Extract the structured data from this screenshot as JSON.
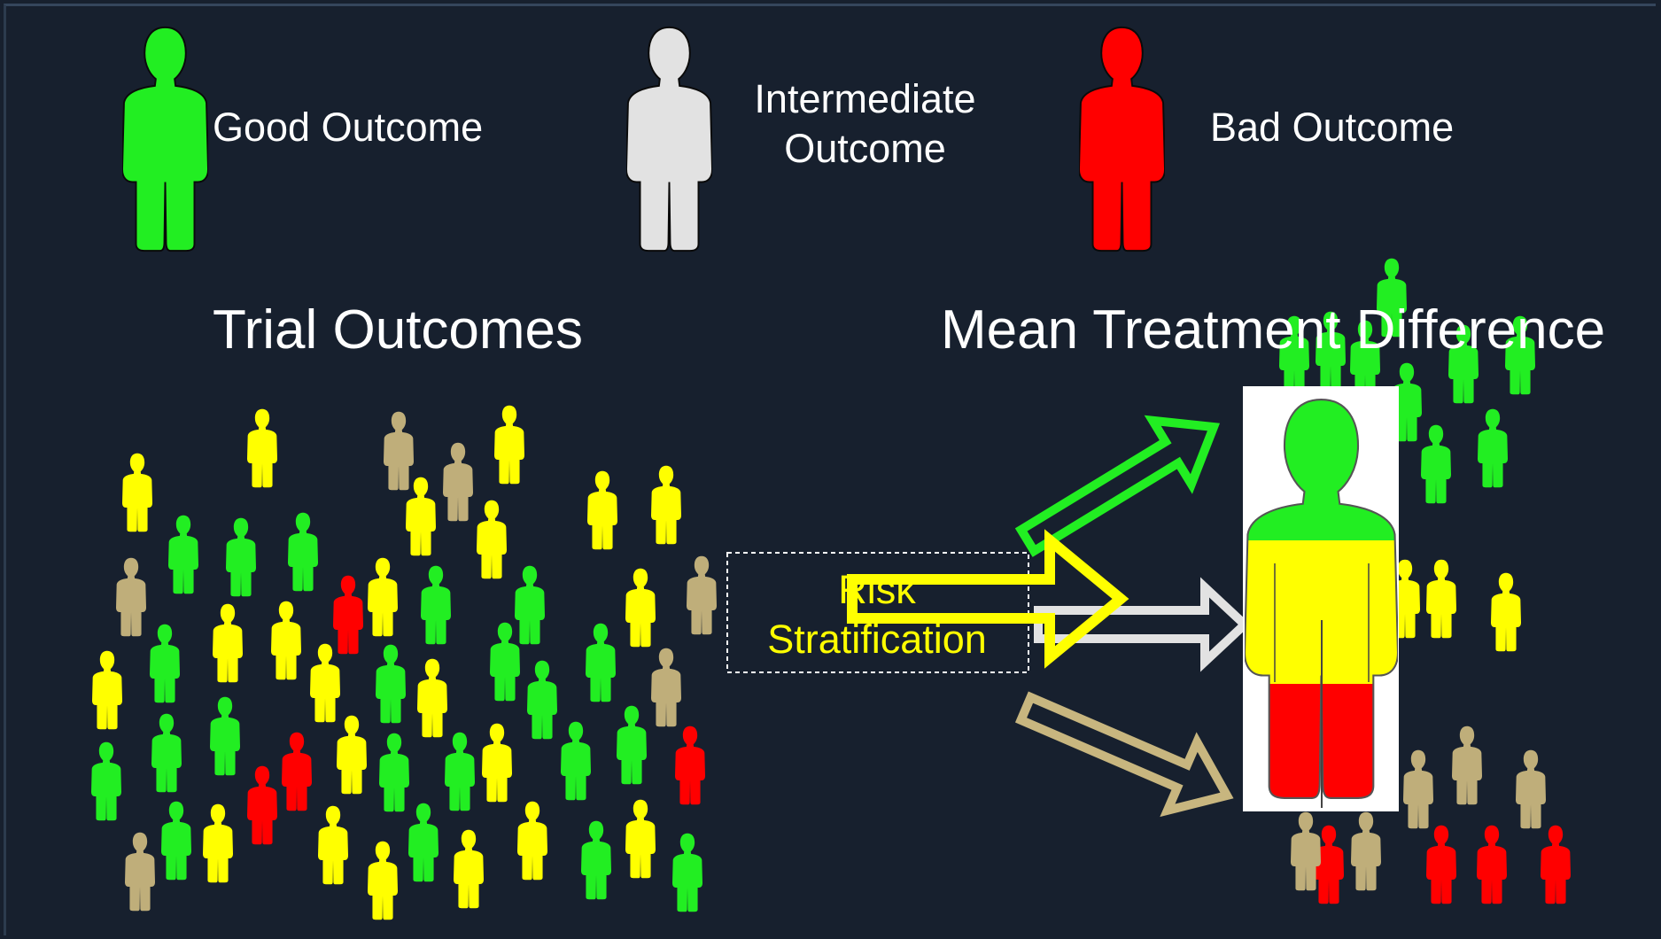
{
  "legend": {
    "good": "Good Outcome",
    "intermediate_line1": "Intermediate",
    "intermediate_line2": "Outcome",
    "bad": "Bad Outcome"
  },
  "titles": {
    "trial": "Trial Outcomes",
    "mean": "Mean Treatment Difference"
  },
  "risk": {
    "line1": "Risk",
    "line2": "Stratification"
  },
  "colors": {
    "background": "#17202e",
    "good": "#22ee22",
    "intermediate": "#e2e2e2",
    "bad": "#ff0000",
    "yellow": "#ffff00",
    "tan": "#bfae7a",
    "arrow_tan": "#c8b67f"
  },
  "icons": {
    "person": "person-icon",
    "arrow": "arrow-icon"
  }
}
